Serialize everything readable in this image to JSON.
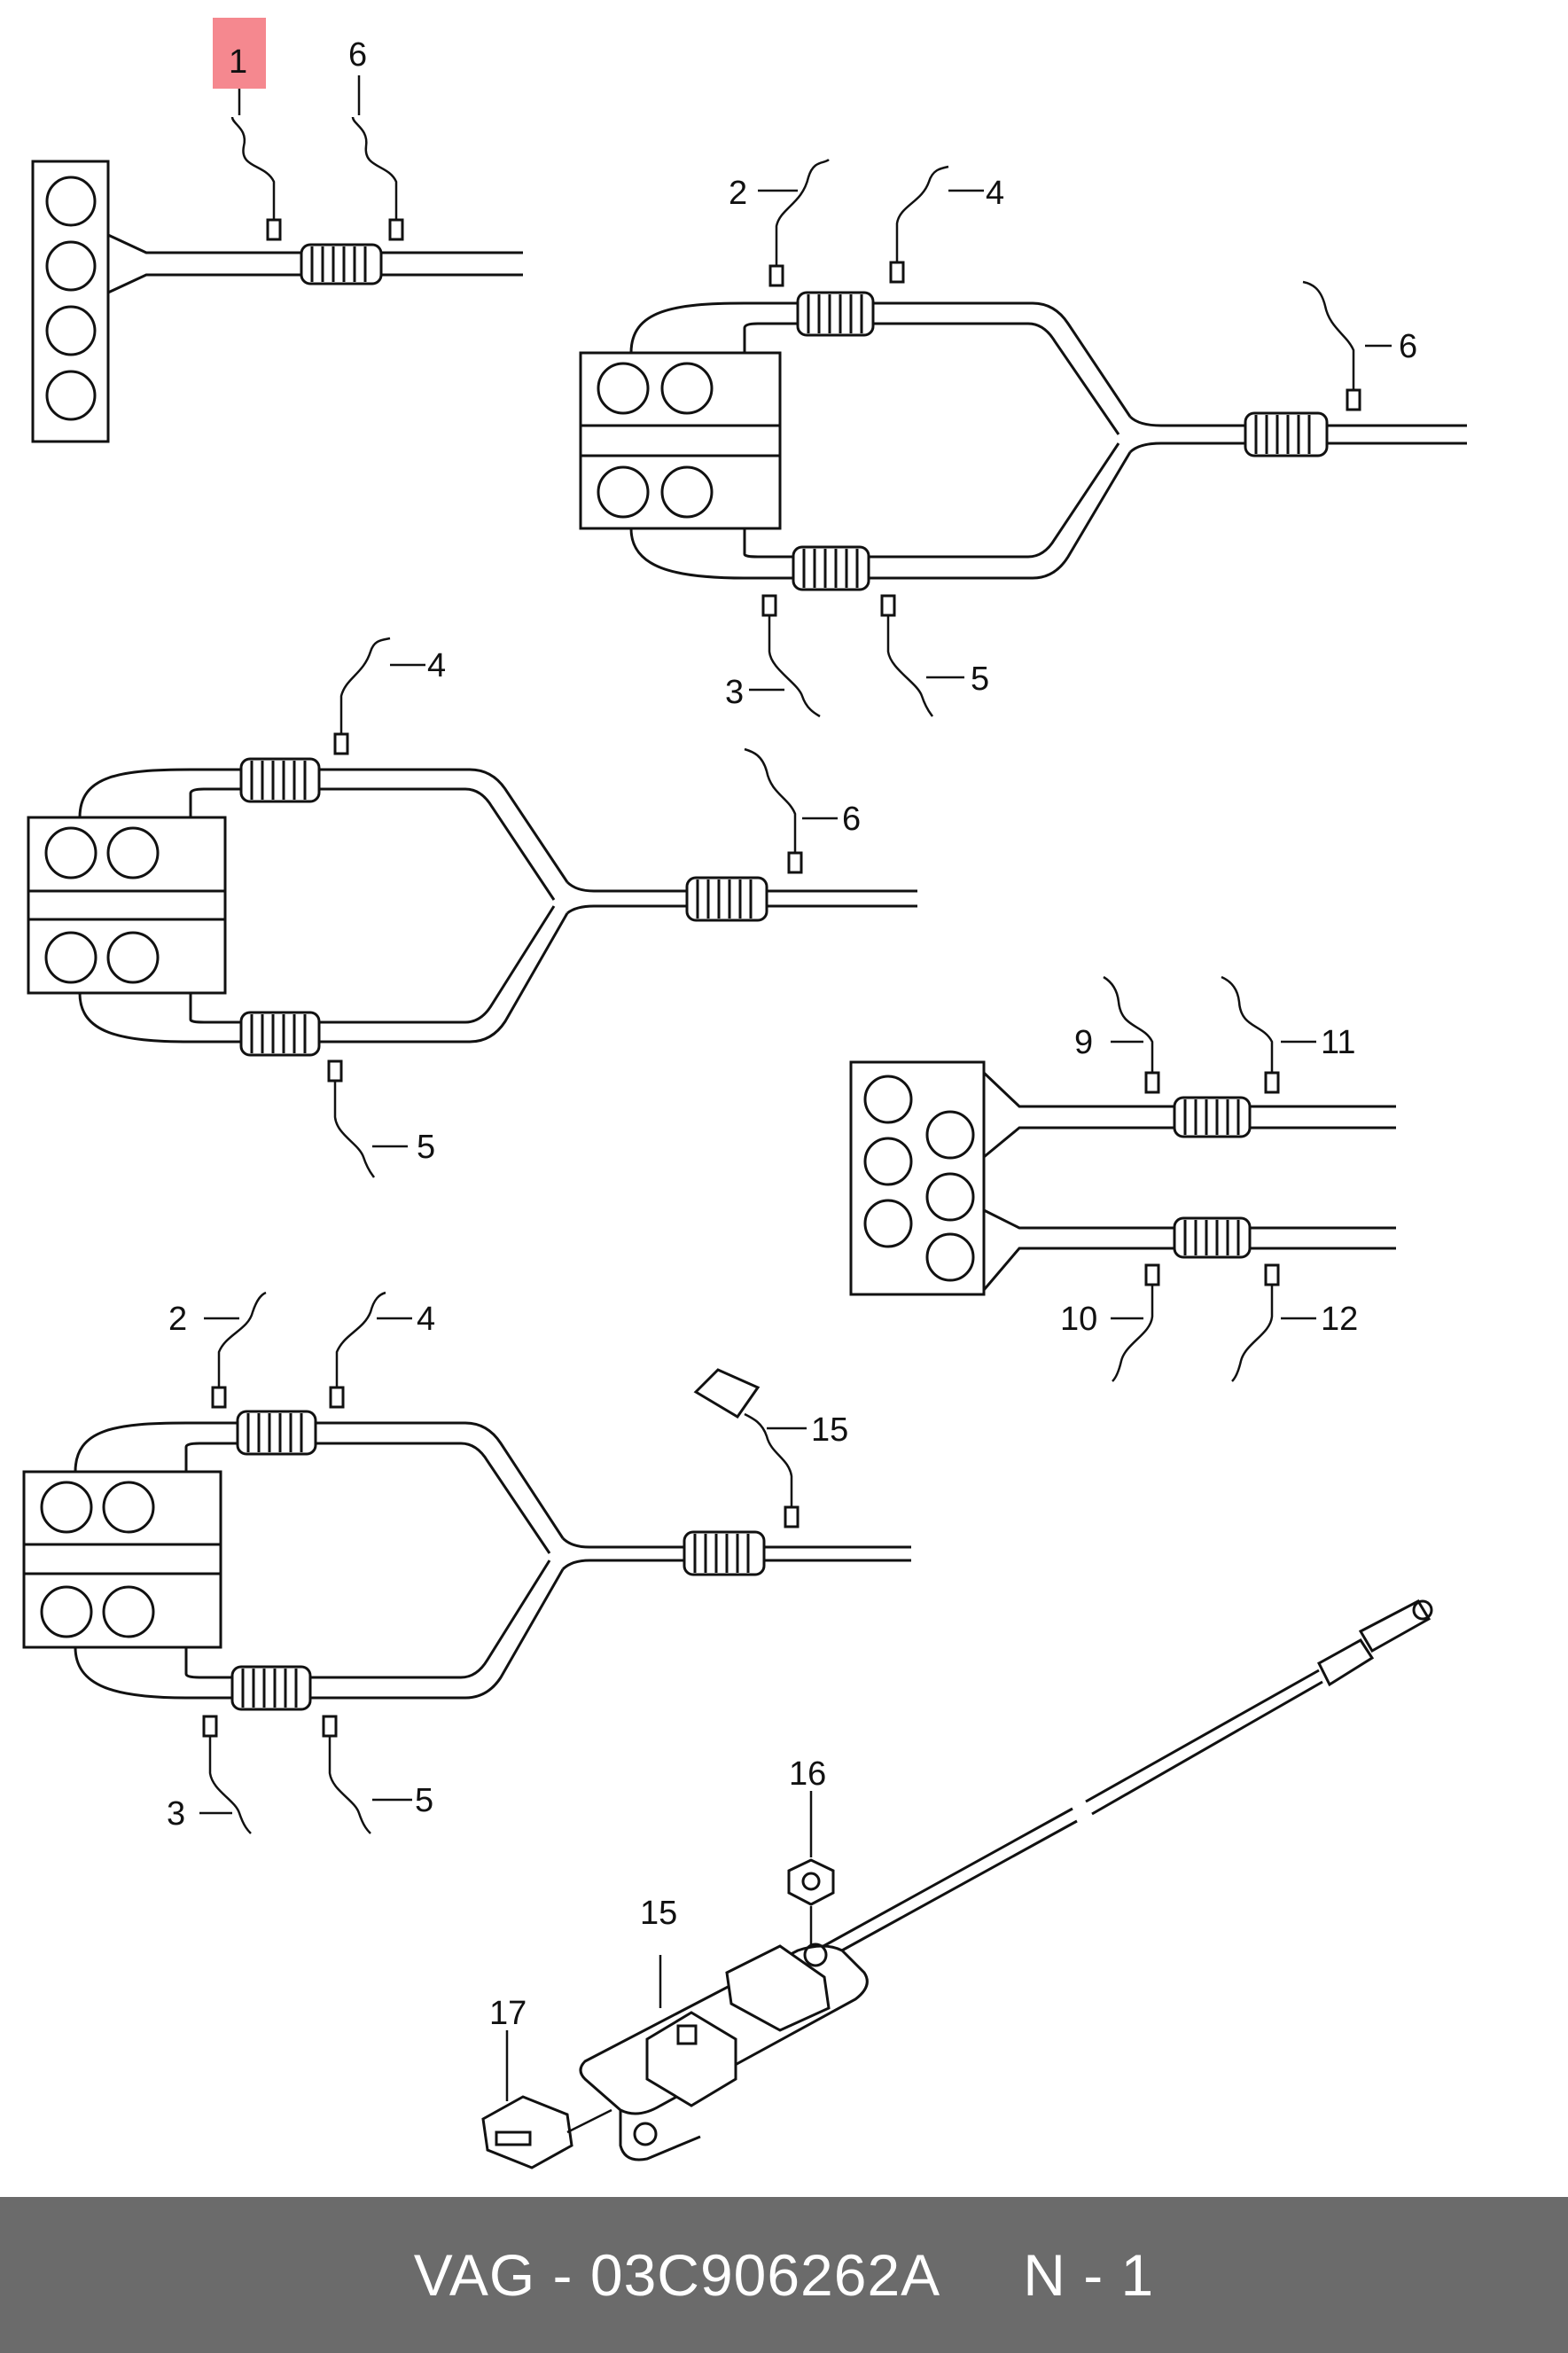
{
  "labels": {
    "l1": "1",
    "l6a": "6",
    "l2a": "2",
    "l4a": "4",
    "l6b": "6",
    "l3a": "3",
    "l5a": "5",
    "l4b": "4",
    "l6c": "6",
    "l5b": "5",
    "l9": "9",
    "l11": "11",
    "l10": "10",
    "l12": "12",
    "l2b": "2",
    "l4c": "4",
    "l15a": "15",
    "l3b": "3",
    "l5c": "5",
    "l16": "16",
    "l15b": "15",
    "l17": "17"
  },
  "footer": {
    "text": "VAG - 03C906262A     N - 1"
  },
  "colors": {
    "highlight": "#f5888f",
    "footer_bg": "#6b6b6b",
    "line": "#111111"
  }
}
